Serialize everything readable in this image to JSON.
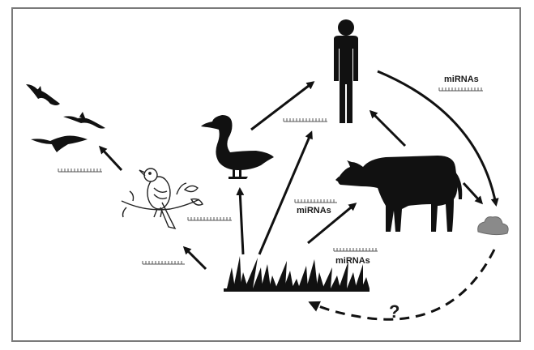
{
  "labels": {
    "mirna_top": "miRNAs",
    "mirna_middle": "miRNAs",
    "mirna_bottom": "miRNAs",
    "question": "?"
  },
  "colors": {
    "ink": "#111111",
    "frame": "#7a7a7a",
    "feces": "#8a8a8a",
    "strand": "#555555"
  },
  "icons": [
    "birds-flock-icon",
    "songbird-icon",
    "duck-icon",
    "human-icon",
    "cow-icon",
    "grass-icon",
    "feces-icon"
  ]
}
